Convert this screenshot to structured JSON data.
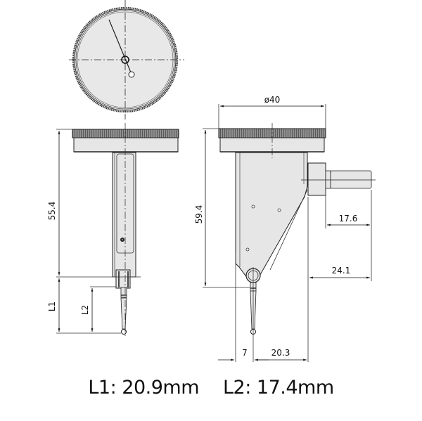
{
  "figure": {
    "type": "technical-drawing",
    "subject": "dial test indicator",
    "views": [
      "front-view",
      "side-view"
    ]
  },
  "front_view": {
    "dimensions": {
      "height": "55.4",
      "l1": "L1",
      "l2": "L2"
    }
  },
  "side_view": {
    "dimensions": {
      "diameter": "ø40",
      "height": "59.4",
      "stem_offset": "17.6",
      "body_depth": "24.1",
      "tip_left": "7",
      "tip_right": "20.3"
    }
  },
  "caption": {
    "l1": "L1: 20.9mm",
    "l2": "L2: 17.4mm"
  },
  "colors": {
    "line": "#222222",
    "fill": "#e6e6e6",
    "knurl": "#555555",
    "background": "#ffffff"
  }
}
